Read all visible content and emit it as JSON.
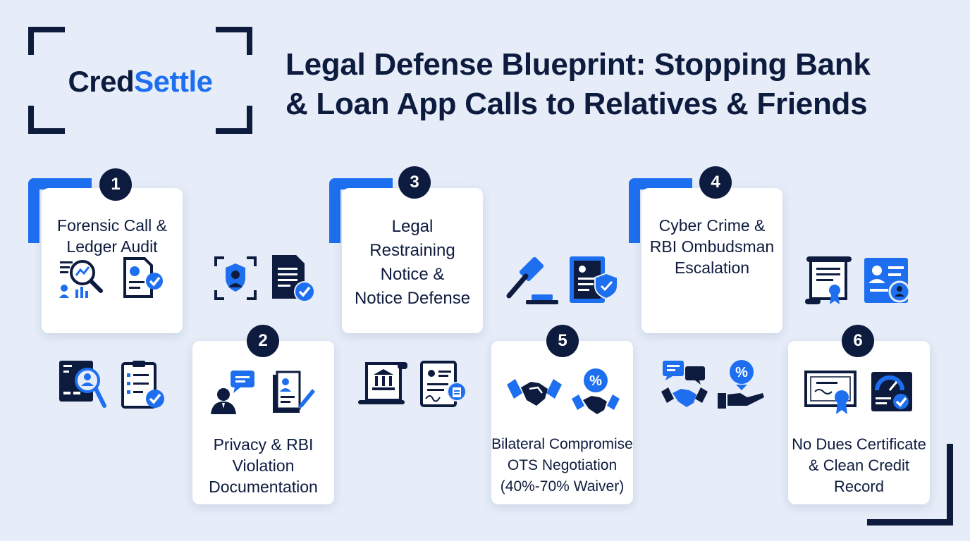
{
  "brand": {
    "part1": "Cred",
    "part2": "Settle"
  },
  "title": {
    "line1": "Legal Defense Blueprint: Stopping Bank",
    "line2": "& Loan App Calls to Relatives & Friends"
  },
  "colors": {
    "navy": "#0d1b3e",
    "blue": "#1e6ff0",
    "background": "#e6edf8",
    "card": "#ffffff"
  },
  "steps": [
    {
      "number": "1",
      "lines": [
        "Forensic Call &",
        "Ledger Audit"
      ],
      "icons": [
        "audit-magnifier-chart-icon",
        "document-check-icon"
      ]
    },
    {
      "number": "2",
      "lines": [
        "Privacy & RBI",
        "Violation",
        "Documentation"
      ],
      "icons": [
        "person-chat-icon",
        "profile-document-pen-icon"
      ]
    },
    {
      "number": "3",
      "lines": [
        "Legal",
        "Restraining",
        "Notice &",
        "Notice Defense"
      ],
      "icons": [
        "bank-document-icon",
        "signed-document-icon"
      ]
    },
    {
      "number": "4",
      "lines": [
        "Cyber Crime &",
        "RBI Ombudsman",
        "Escalation"
      ],
      "icons": [
        "certificate-scroll-icon",
        "profile-card-icon"
      ]
    },
    {
      "number": "5",
      "lines": [
        "Bilateral Compromise",
        "OTS Negotiation",
        "(40%-70% Waiver)"
      ],
      "icons": [
        "handshake-icon",
        "percent-handshake-icon"
      ]
    },
    {
      "number": "6",
      "lines": [
        "No Dues Certificate",
        "& Clean Credit",
        "Record"
      ],
      "icons": [
        "certificate-seal-icon",
        "credit-gauge-check-icon"
      ]
    }
  ],
  "floating_icons": [
    "code-magnifier-user-icon",
    "checklist-check-icon",
    "face-scan-icon",
    "document-check-icon",
    "gavel-icon",
    "shield-document-icon",
    "chat-handshake-icon",
    "percent-hand-icon",
    "scroll-seal-icon",
    "id-card-person-icon"
  ]
}
